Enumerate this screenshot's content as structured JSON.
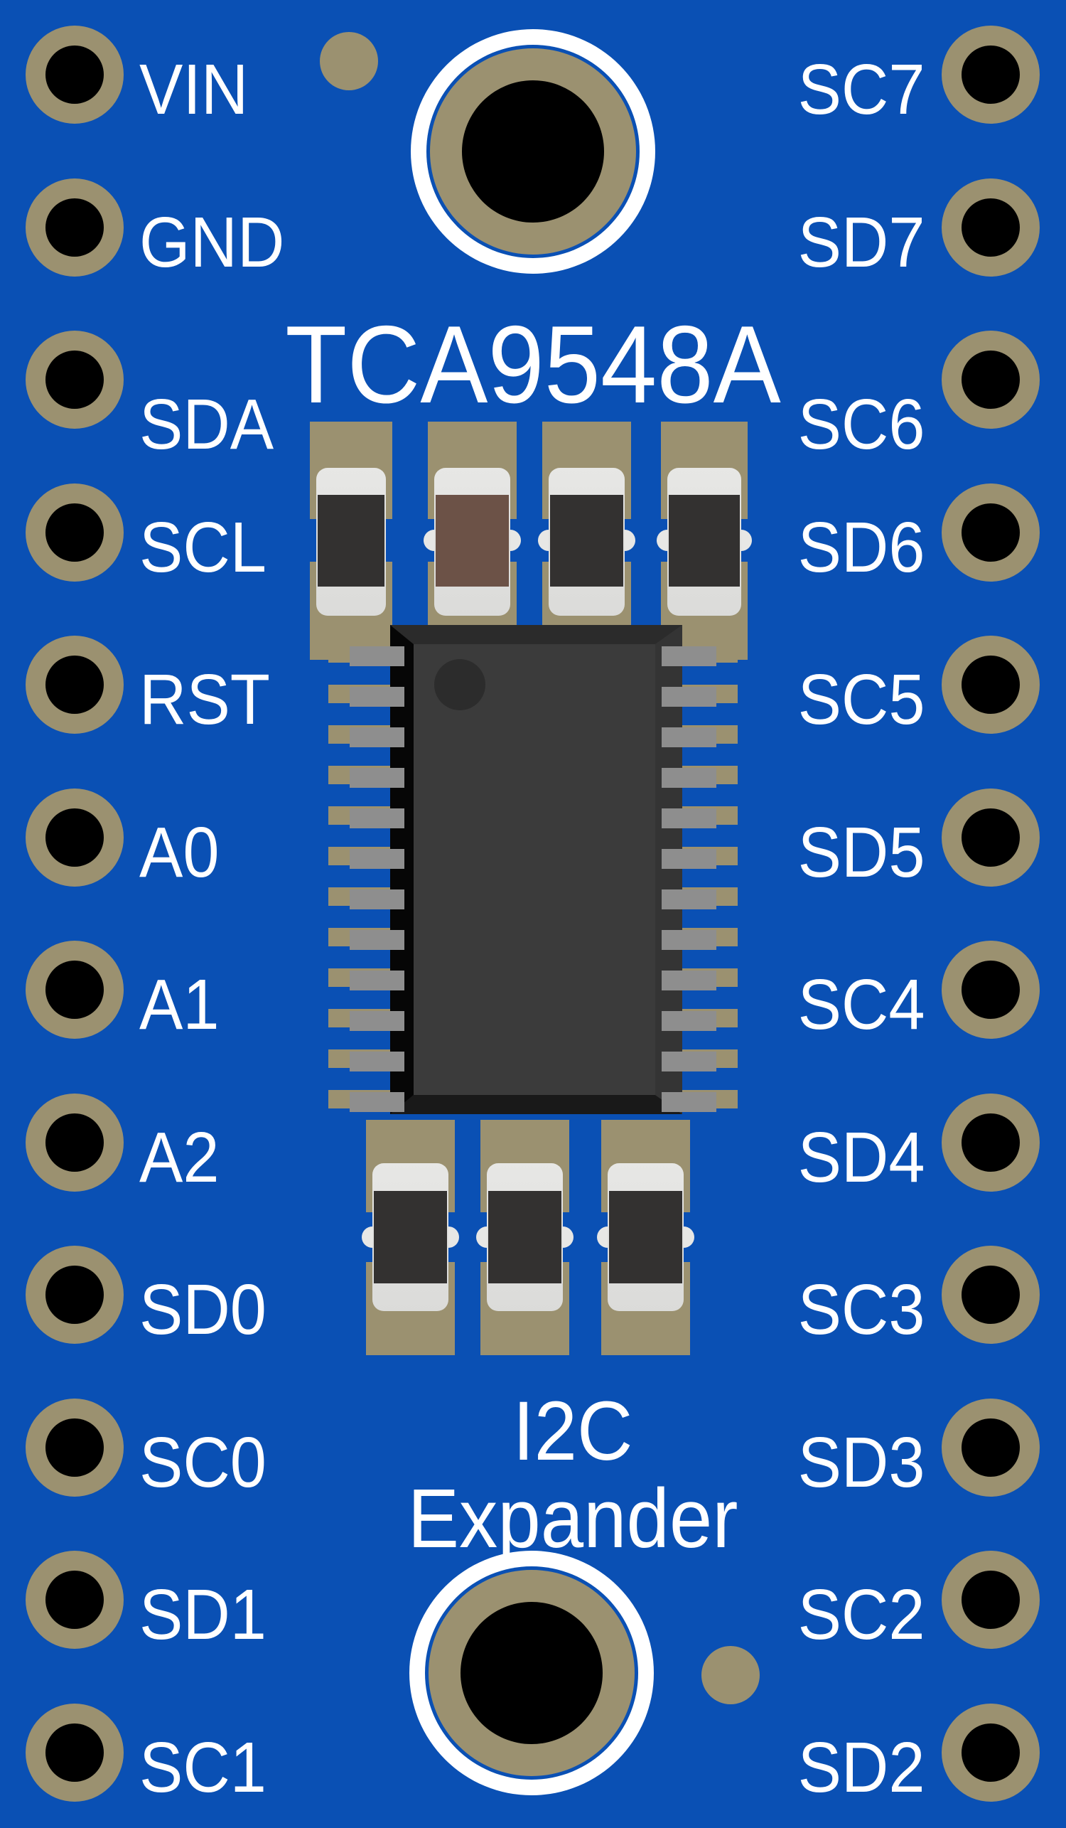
{
  "board": {
    "title": "TCA9548A",
    "subtitle_line1": "I2C",
    "subtitle_line2": "Expander"
  },
  "headers": {
    "left": [
      "VIN",
      "GND",
      "SDA",
      "SCL",
      "RST",
      "A0",
      "A1",
      "A2",
      "SD0",
      "SC0",
      "SD1",
      "SC1"
    ],
    "right": [
      "SC7",
      "SD7",
      "SC6",
      "SD6",
      "SC5",
      "SD5",
      "SC4",
      "SD4",
      "SC3",
      "SD3",
      "SC2",
      "SD2"
    ]
  },
  "ic": {
    "pins_per_side": 12
  },
  "smd": {
    "top_row_bodies": [
      "dark",
      "brown",
      "dark",
      "dark"
    ],
    "bottom_row_bodies": [
      "dark",
      "dark",
      "dark"
    ]
  },
  "colors": {
    "board_blue": "#0A50B4",
    "pad_gold": "#9B9170",
    "hole_black": "#000000",
    "silkscreen_white": "#FFFFFF",
    "chip_body": "#3B3B3B",
    "chip_top_face": "#2B2B2B",
    "chip_bottom_face": "#191919",
    "chip_left_face": "#060606",
    "chip_right_face": "#343434",
    "chip_dimple": "#2C2C2C",
    "pin_gray": "#8E8E8E",
    "smd_dark": "#333130",
    "smd_brown": "#6C5247",
    "smd_ceramic_top": "#E7E7E5",
    "smd_ceramic_bottom": "#DBDBD9"
  }
}
